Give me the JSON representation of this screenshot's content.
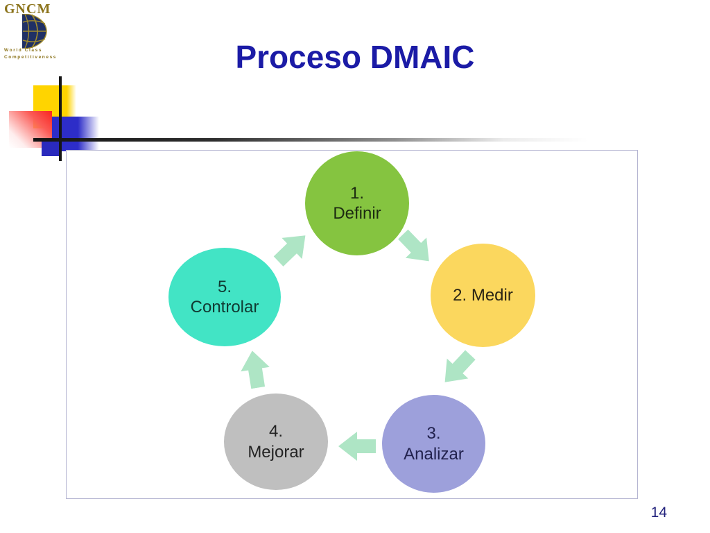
{
  "slide": {
    "title": "Proceso DMAIC",
    "page_number": "14"
  },
  "logo": {
    "acronym": "GNCM",
    "tagline_line1": "World Class",
    "tagline_line2": "Competitiveness"
  },
  "diagram": {
    "arrow_color": "#aee5c5",
    "steps": [
      {
        "order": 1,
        "name": "Definir",
        "lines": [
          "1.",
          "Definir"
        ],
        "color": "#85c440",
        "text_color": "#1c2a11"
      },
      {
        "order": 2,
        "name": "Medir",
        "lines": [
          "2. Medir"
        ],
        "color": "#fbd75e",
        "text_color": "#2a2414"
      },
      {
        "order": 3,
        "name": "Analizar",
        "lines": [
          "3.",
          "Analizar"
        ],
        "color": "#9da0db",
        "text_color": "#22224e"
      },
      {
        "order": 4,
        "name": "Mejorar",
        "lines": [
          "4.",
          "Mejorar"
        ],
        "color": "#bfbfbf",
        "text_color": "#232323"
      },
      {
        "order": 5,
        "name": "Controlar",
        "lines": [
          "5.",
          "Controlar"
        ],
        "color": "#42e4c5",
        "text_color": "#103a32"
      }
    ]
  },
  "colors": {
    "title": "#1b1ba6",
    "page_number": "#23237d",
    "content_box_border": "#b5b5d2",
    "decor_yellow": "#ffd400",
    "decor_red": "#f92520",
    "decor_blue": "#2d2dc8",
    "decor_line_black": "#161616",
    "logo_gold": "#8c741c",
    "logo_navy": "#203065"
  }
}
